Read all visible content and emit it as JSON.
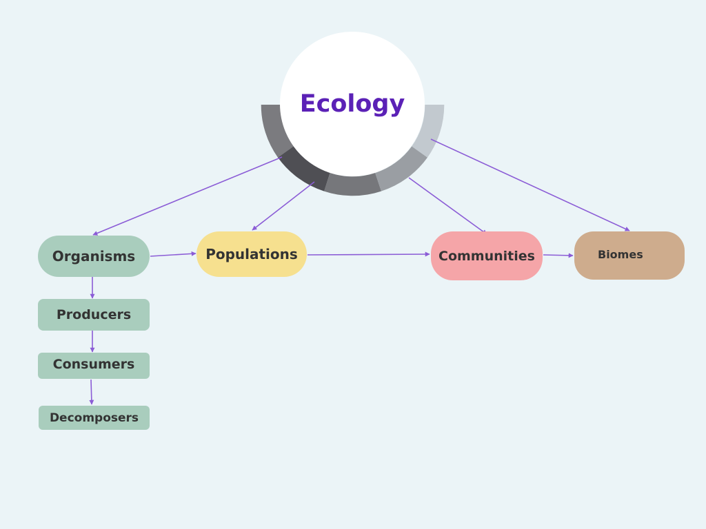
{
  "diagram": {
    "center": {
      "label": "Ecology"
    },
    "nodes": {
      "organisms": "Organisms",
      "populations": "Populations",
      "communities": "Communities",
      "biomes": "Biomes",
      "producers": "Producers",
      "consumers": "Consumers",
      "decomposers": "Decomposers"
    },
    "colors": {
      "background": "#ebf4f7",
      "center_fill": "#ffffff",
      "center_text": "#5b21b6",
      "arrow": "#8b5cd6",
      "node_text": "#333333",
      "organisms_fill": "#a9cdbd",
      "populations_fill": "#f6e08f",
      "communities_fill": "#f5a5a8",
      "biomes_fill": "#ceac8d",
      "ring_shades": [
        "#7b7b7f",
        "#4f4f54",
        "#76777b",
        "#9a9ea3",
        "#c2c9cf"
      ]
    }
  }
}
